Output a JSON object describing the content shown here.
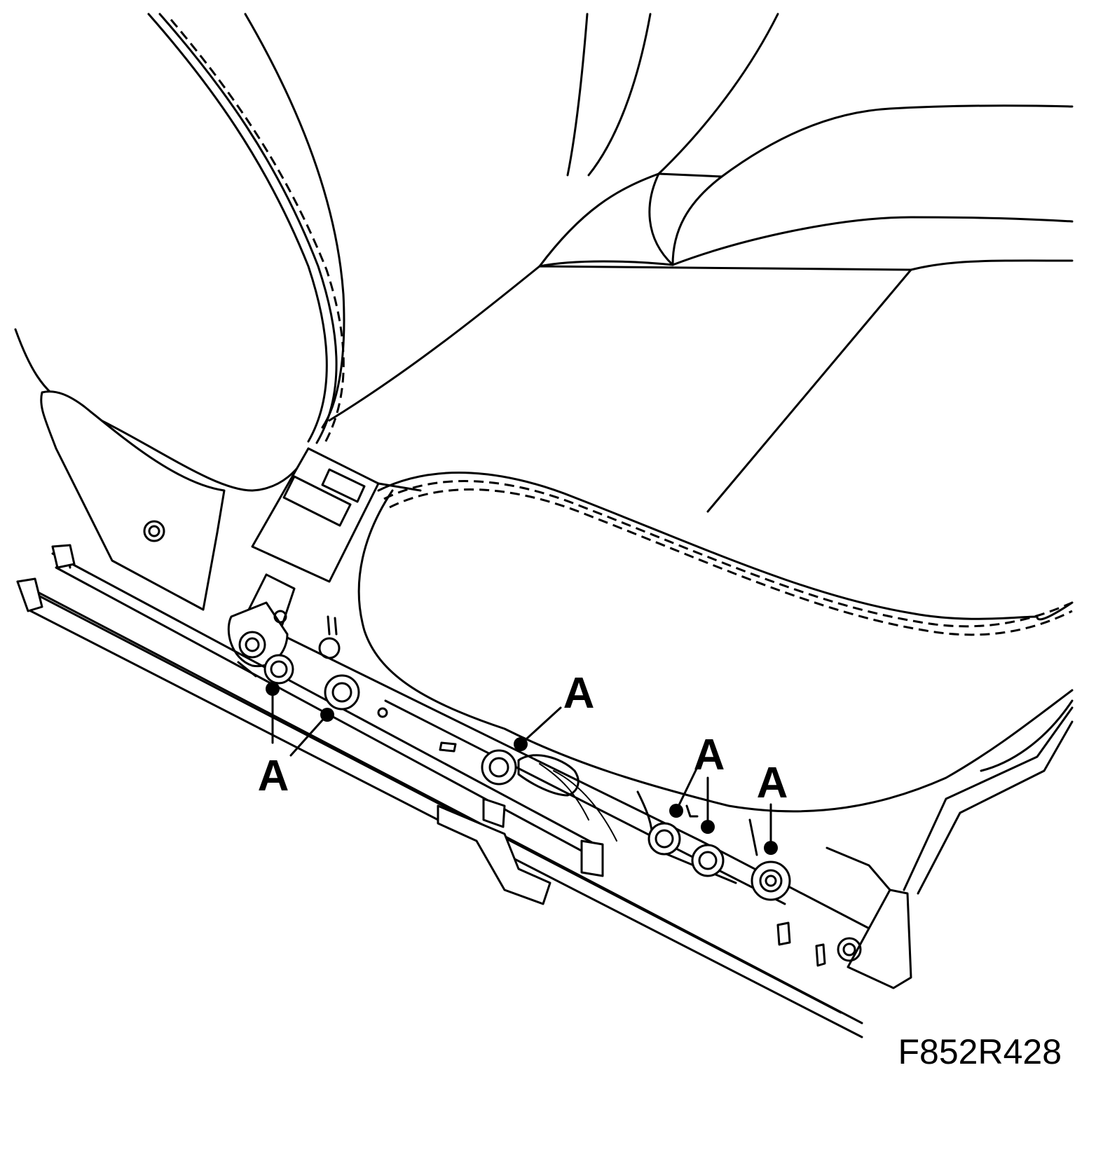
{
  "figure_id": "F852R428",
  "callouts": [
    {
      "id": "a1",
      "label": "A"
    },
    {
      "id": "a2",
      "label": "A"
    },
    {
      "id": "a3",
      "label": "A"
    },
    {
      "id": "a4",
      "label": "A"
    }
  ],
  "colors": {
    "line": "#000000",
    "background": "#ffffff"
  }
}
